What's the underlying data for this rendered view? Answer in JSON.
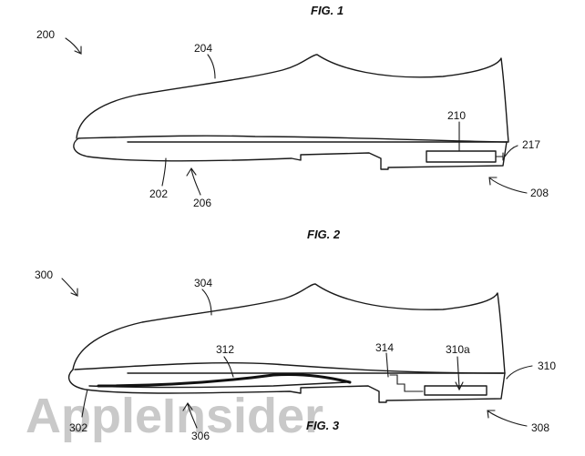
{
  "figures": {
    "fig1_title": "FIG. 1",
    "fig2_title": "FIG. 2",
    "fig3_title": "FIG. 3"
  },
  "fig2_labels": {
    "r200": "200",
    "r204": "204",
    "r210": "210",
    "r217": "217",
    "r202": "202",
    "r206": "206",
    "r208": "208"
  },
  "fig3_labels": {
    "r300": "300",
    "r304": "304",
    "r312": "312",
    "r314": "314",
    "r310a": "310a",
    "r310": "310",
    "r302": "302",
    "r306": "306",
    "r308": "308"
  },
  "watermark": "AppleInsider"
}
